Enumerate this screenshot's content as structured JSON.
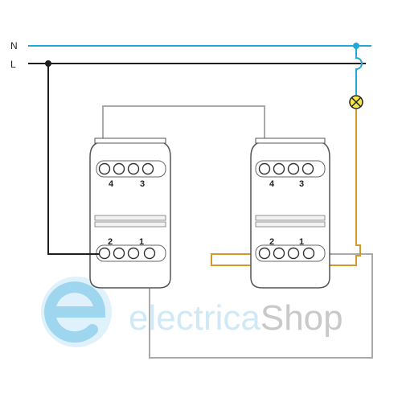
{
  "lines": {
    "neutral": "N",
    "live": "L"
  },
  "switches": [
    {
      "top_terminals": [
        "4",
        "3"
      ],
      "bottom_terminals": [
        "2",
        "1"
      ]
    },
    {
      "top_terminals": [
        "4",
        "3"
      ],
      "bottom_terminals": [
        "2",
        "1"
      ]
    }
  ],
  "watermark": {
    "part1": "electrica",
    "part2": "Shop"
  },
  "colors": {
    "neutral": "#22a8d8",
    "live": "#1f1f1f",
    "traveler": "#a9a9a9",
    "lamp_wire": "#d39a2a",
    "switch_body": "#555555",
    "watermark_blue": "#cfe9f6",
    "watermark_gray": "#c9c9c9"
  },
  "icons": {
    "lamp": "lamp-icon",
    "watermark_logo": "e-logo-icon"
  }
}
